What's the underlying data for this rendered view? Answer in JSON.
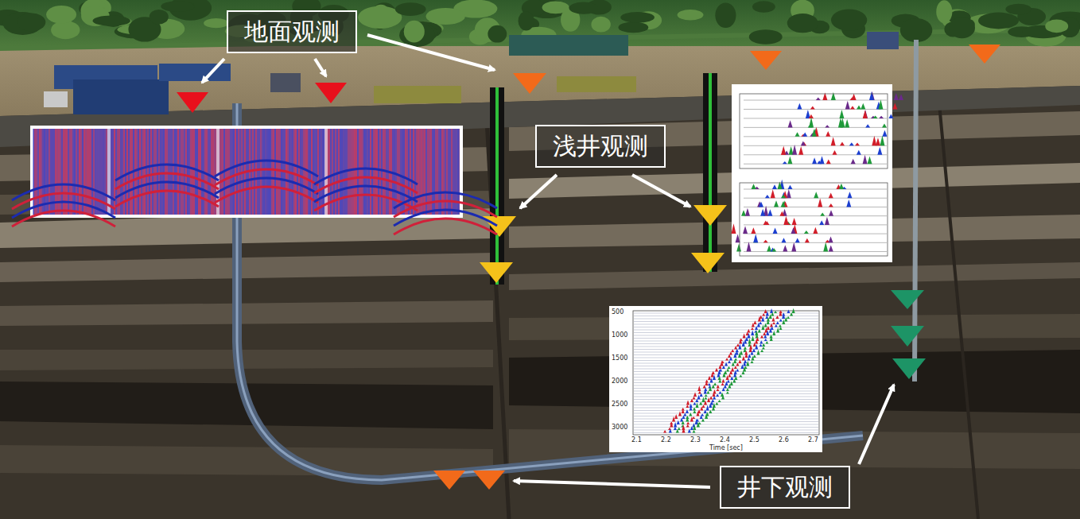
{
  "diagram": {
    "nodes": [
      {
        "text": [
          "地面观测"
        ]
      },
      {
        "text": [
          "浅井观测"
        ]
      },
      {
        "text": [
          "井下观测"
        ]
      }
    ],
    "labels": [
      "500",
      "1000",
      "1500",
      "2000",
      "2500",
      "3000",
      "2.1",
      "2.2",
      "2.3",
      "2.4",
      "2.5",
      "2.6",
      "2.7",
      "Time [sec]"
    ]
  }
}
